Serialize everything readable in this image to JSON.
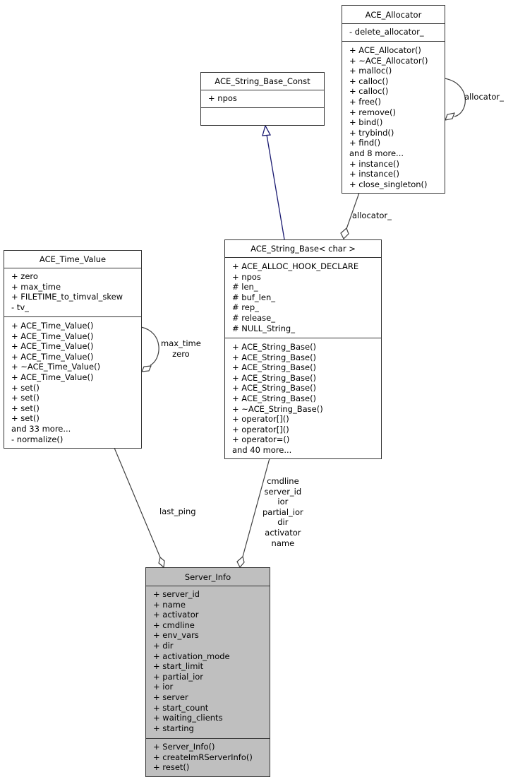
{
  "diagram": {
    "type": "uml-collaboration",
    "colors": {
      "border": "#333333",
      "focus_fill": "#bfbfbf",
      "inheritance_edge": "#191970",
      "association_edge": "#404040"
    }
  },
  "classes": {
    "allocator": {
      "name": "ACE_Allocator",
      "attributes": [
        "- delete_allocator_"
      ],
      "methods": [
        "+ ACE_Allocator()",
        "+ ~ACE_Allocator()",
        "+ malloc()",
        "+ calloc()",
        "+ calloc()",
        "+ free()",
        "+ remove()",
        "+ bind()",
        "+ trybind()",
        "+ find()",
        "and 8 more...",
        "+ instance()",
        "+ instance()",
        "+ close_singleton()"
      ]
    },
    "string_base_const": {
      "name": "ACE_String_Base_Const",
      "attributes": [
        "+ npos"
      ],
      "methods": []
    },
    "string_base": {
      "name": "ACE_String_Base< char >",
      "attributes": [
        "+ ACE_ALLOC_HOOK_DECLARE",
        "+ npos",
        "# len_",
        "# buf_len_",
        "# rep_",
        "# release_",
        "# NULL_String_"
      ],
      "methods": [
        "+ ACE_String_Base()",
        "+ ACE_String_Base()",
        "+ ACE_String_Base()",
        "+ ACE_String_Base()",
        "+ ACE_String_Base()",
        "+ ACE_String_Base()",
        "+ ~ACE_String_Base()",
        "+ operator[]()",
        "+ operator[]()",
        "+ operator=()",
        "and 40 more..."
      ]
    },
    "time_value": {
      "name": "ACE_Time_Value",
      "attributes": [
        "+ zero",
        "+ max_time",
        "+ FILETIME_to_timval_skew",
        "- tv_"
      ],
      "methods": [
        "+ ACE_Time_Value()",
        "+ ACE_Time_Value()",
        "+ ACE_Time_Value()",
        "+ ACE_Time_Value()",
        "+ ~ACE_Time_Value()",
        "+ ACE_Time_Value()",
        "+ set()",
        "+ set()",
        "+ set()",
        "+ set()",
        "and 33 more...",
        "- normalize()"
      ]
    },
    "server_info": {
      "name": "Server_Info",
      "attributes": [
        "+ server_id",
        "+ name",
        "+ activator",
        "+ cmdline",
        "+ env_vars",
        "+ dir",
        "+ activation_mode",
        "+ start_limit",
        "+ partial_ior",
        "+ ior",
        "+ server",
        "+ start_count",
        "+ waiting_clients",
        "+ starting"
      ],
      "methods": [
        "+ Server_Info()",
        "+ createImRServerInfo()",
        "+ reset()"
      ]
    }
  },
  "edges": {
    "allocator_self": {
      "labels": [
        "allocator_"
      ]
    },
    "allocator_to_string_base": {
      "labels": [
        "allocator_"
      ]
    },
    "time_value_self": {
      "labels": [
        "max_time",
        "zero"
      ]
    },
    "time_value_to_server_info": {
      "labels": [
        "last_ping"
      ]
    },
    "string_base_to_server_info": {
      "labels": [
        "cmdline",
        "server_id",
        "ior",
        "partial_ior",
        "dir",
        "activator",
        "name"
      ]
    },
    "string_base_inherits_const": {
      "labels": []
    }
  }
}
